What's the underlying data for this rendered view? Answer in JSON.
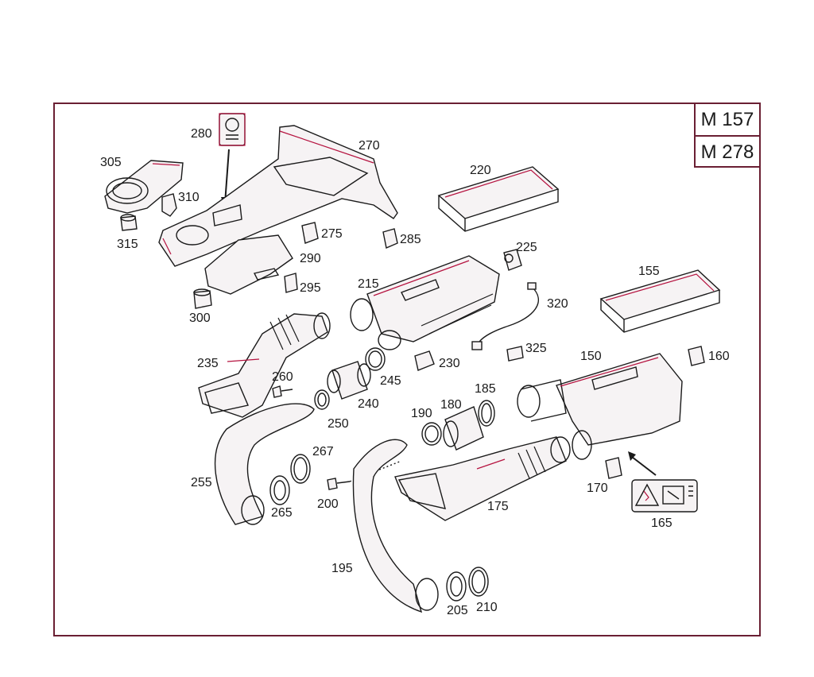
{
  "models": [
    "M 157",
    "M 278"
  ],
  "parts": [
    {
      "id": "305",
      "label": "305"
    },
    {
      "id": "310",
      "label": "310"
    },
    {
      "id": "315",
      "label": "315"
    },
    {
      "id": "280",
      "label": "280"
    },
    {
      "id": "270",
      "label": "270"
    },
    {
      "id": "220",
      "label": "220"
    },
    {
      "id": "275",
      "label": "275"
    },
    {
      "id": "285",
      "label": "285"
    },
    {
      "id": "225",
      "label": "225"
    },
    {
      "id": "290",
      "label": "290"
    },
    {
      "id": "295",
      "label": "295"
    },
    {
      "id": "300",
      "label": "300"
    },
    {
      "id": "215",
      "label": "215"
    },
    {
      "id": "320",
      "label": "320"
    },
    {
      "id": "155",
      "label": "155"
    },
    {
      "id": "235",
      "label": "235"
    },
    {
      "id": "325",
      "label": "325"
    },
    {
      "id": "230",
      "label": "230"
    },
    {
      "id": "150",
      "label": "150"
    },
    {
      "id": "160",
      "label": "160"
    },
    {
      "id": "260",
      "label": "260"
    },
    {
      "id": "245",
      "label": "245"
    },
    {
      "id": "240",
      "label": "240"
    },
    {
      "id": "250",
      "label": "250"
    },
    {
      "id": "185",
      "label": "185"
    },
    {
      "id": "190",
      "label": "190"
    },
    {
      "id": "180",
      "label": "180"
    },
    {
      "id": "267",
      "label": "267"
    },
    {
      "id": "255",
      "label": "255"
    },
    {
      "id": "265",
      "label": "265"
    },
    {
      "id": "200",
      "label": "200"
    },
    {
      "id": "170",
      "label": "170"
    },
    {
      "id": "175",
      "label": "175"
    },
    {
      "id": "165",
      "label": "165"
    },
    {
      "id": "195",
      "label": "195"
    },
    {
      "id": "205",
      "label": "205"
    },
    {
      "id": "210",
      "label": "210"
    }
  ],
  "colors": {
    "frame": "#6a1f33",
    "line": "#1a1a1a",
    "accent": "#b5123f",
    "fill": "#f6f3f4"
  }
}
